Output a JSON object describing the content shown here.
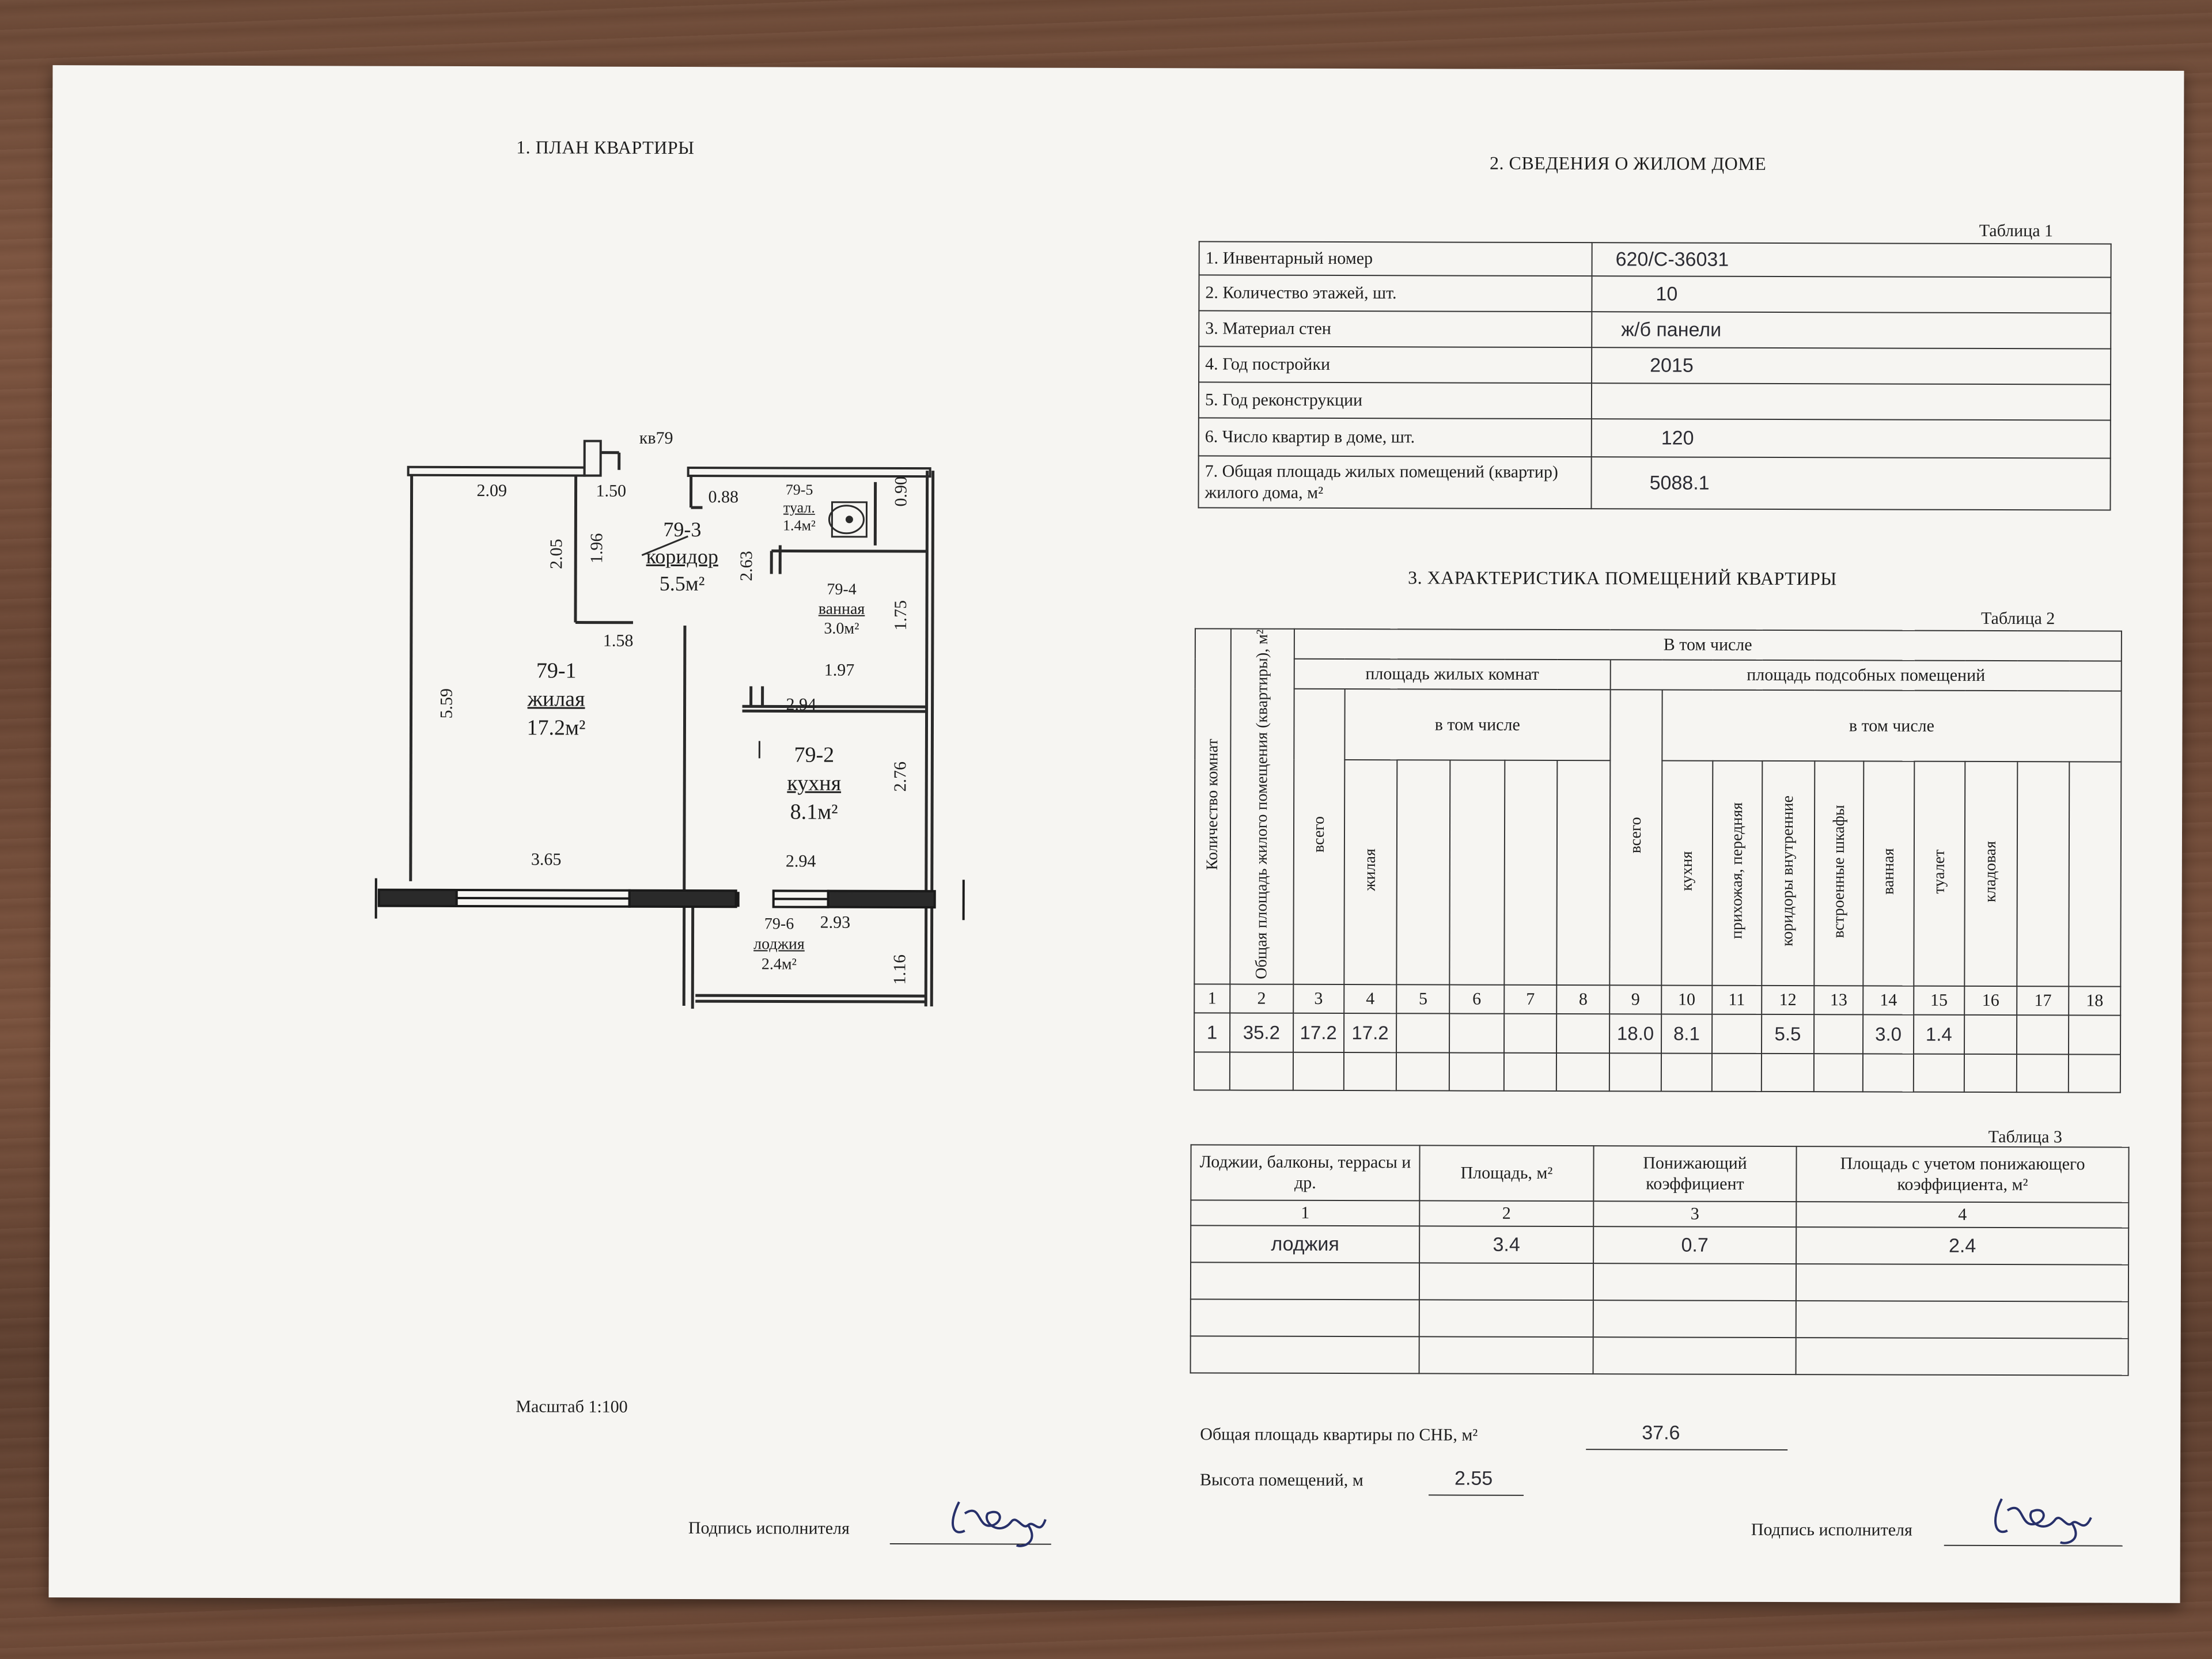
{
  "plan": {
    "title": "1. ПЛАН КВАРТИРЫ",
    "apartment": "кв79",
    "rooms": [
      {
        "id": "79-1",
        "name": "жилая",
        "area": "17.2м²"
      },
      {
        "id": "79-2",
        "name": "кухня",
        "area": "8.1м²"
      },
      {
        "id": "79-3",
        "name": "коридор",
        "area": "5.5м²"
      },
      {
        "id": "79-4",
        "name": "ванная",
        "area": "3.0м²"
      },
      {
        "id": "79-5",
        "name": "туал.",
        "area": "1.4м²"
      },
      {
        "id": "79-6",
        "name": "лоджия",
        "area": "2.4м²"
      }
    ],
    "dims": {
      "d209": "2.09",
      "d150": "1.50",
      "d088": "0.88",
      "d090": "0.90",
      "d205": "2.05",
      "d196": "1.96",
      "d263": "2.63",
      "d175": "1.75",
      "d158": "1.58",
      "d197": "1.97",
      "d559": "5.59",
      "d294a": "2.94",
      "d276": "2.76",
      "d365": "3.65",
      "d294b": "2.94",
      "d293": "2.93",
      "d116": "1.16"
    },
    "scale": "Масштаб 1:100"
  },
  "building": {
    "title": "2. СВЕДЕНИЯ О ЖИЛОМ ДОМЕ",
    "table_label": "Таблица 1",
    "rows": [
      {
        "label": "1. Инвентарный номер",
        "value": "620/С-36031"
      },
      {
        "label": "2. Количество этажей, шт.",
        "value": "10"
      },
      {
        "label": "3. Материал стен",
        "value": "ж/б панели"
      },
      {
        "label": "4. Год постройки",
        "value": "2015"
      },
      {
        "label": "5. Год реконструкции",
        "value": ""
      },
      {
        "label": "6. Число квартир в доме, шт.",
        "value": "120"
      },
      {
        "label": "7. Общая площадь жилых помещений (квартир) жилого дома, м²",
        "value": "5088.1"
      }
    ]
  },
  "rooms_char": {
    "title": "3. ХАРАКТЕРИСТИКА ПОМЕЩЕНИЙ КВАРТИРЫ",
    "table_label": "Таблица 2",
    "header": {
      "rooms_count": "Количество комнат",
      "total_area": "Общая площадь жилого помещения (квартиры), м²",
      "including": "В том числе",
      "living_area": "площадь жилых комнат",
      "aux_area": "площадь подсобных помещений",
      "in_that": "в том числе",
      "total": "всего",
      "living": "жилая",
      "kitchen": "кухня",
      "hallway": "прихожая, передняя",
      "corridors": "коридоры внутренние",
      "closets": "встроенные шкафы",
      "bathroom": "ванная",
      "toilet": "туалет",
      "storage": "кладовая"
    },
    "col_numbers": [
      "1",
      "2",
      "3",
      "4",
      "5",
      "6",
      "7",
      "8",
      "9",
      "10",
      "11",
      "12",
      "13",
      "14",
      "15",
      "16",
      "17",
      "18"
    ],
    "row": [
      "1",
      "35.2",
      "17.2",
      "17.2",
      "",
      "",
      "",
      "",
      "18.0",
      "8.1",
      "",
      "5.5",
      "",
      "3.0",
      "1.4",
      "",
      "",
      ""
    ]
  },
  "loggias": {
    "table_label": "Таблица 3",
    "headers": [
      "Лоджии, балконы, террасы и др.",
      "Площадь, м²",
      "Понижающий коэффициент",
      "Площадь с учетом понижающего коэффициента, м²"
    ],
    "col_numbers": [
      "1",
      "2",
      "3",
      "4"
    ],
    "rows": [
      [
        "лоджия",
        "3.4",
        "0.7",
        "2.4"
      ]
    ]
  },
  "summary": {
    "total_area_label": "Общая площадь квартиры по СНБ, м²",
    "total_area_value": "37.6",
    "height_label": "Высота помещений, м",
    "height_value": "2.55"
  },
  "signature": {
    "label": "Подпись исполнителя"
  }
}
